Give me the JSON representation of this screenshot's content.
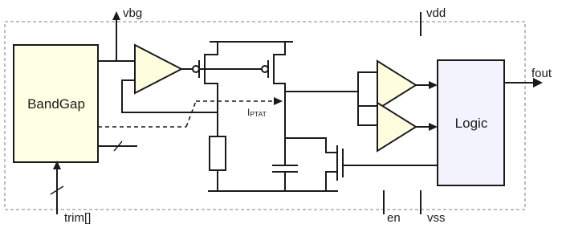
{
  "blocks": {
    "bandgap": "BandGap",
    "logic": "Logic"
  },
  "pins": {
    "vbg": "vbg",
    "vdd": "vdd",
    "fout": "fout",
    "trim": "trim[]",
    "en": "en",
    "vss": "vss"
  },
  "signals": {
    "iptat_main": "I",
    "iptat_sub": "PTAT"
  },
  "colors": {
    "bandgap_fill": "#ffffe4",
    "logic_fill": "#f3f3fd",
    "amp_fill": "#fefedf",
    "outline": "#1a1a1a",
    "boundary": "#9a9a9a"
  }
}
